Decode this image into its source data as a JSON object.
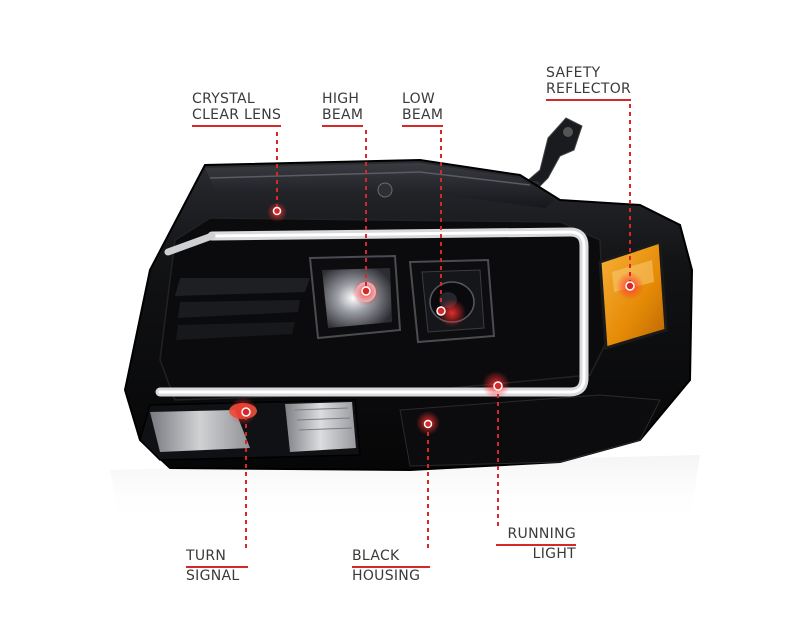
{
  "product": {
    "name": "black projector headlight with light bar",
    "accent_color": "#d62828",
    "housing_color": "#0d0d0f",
    "reflector_color": "#e8920a"
  },
  "callouts": [
    {
      "id": "crystal-clear-lens",
      "line1": "CRYSTAL",
      "line2": "CLEAR LENS"
    },
    {
      "id": "high-beam",
      "line1": "HIGH",
      "line2": "BEAM"
    },
    {
      "id": "low-beam",
      "line1": "LOW",
      "line2": "BEAM"
    },
    {
      "id": "safety-reflector",
      "line1": "SAFETY",
      "line2": "REFLECTOR"
    },
    {
      "id": "turn-signal",
      "line1": "TURN",
      "line2": "SIGNAL"
    },
    {
      "id": "black-housing",
      "line1": "BLACK",
      "line2": "HOUSING"
    },
    {
      "id": "running-light",
      "line1": "RUNNING",
      "line2": "LIGHT"
    }
  ]
}
